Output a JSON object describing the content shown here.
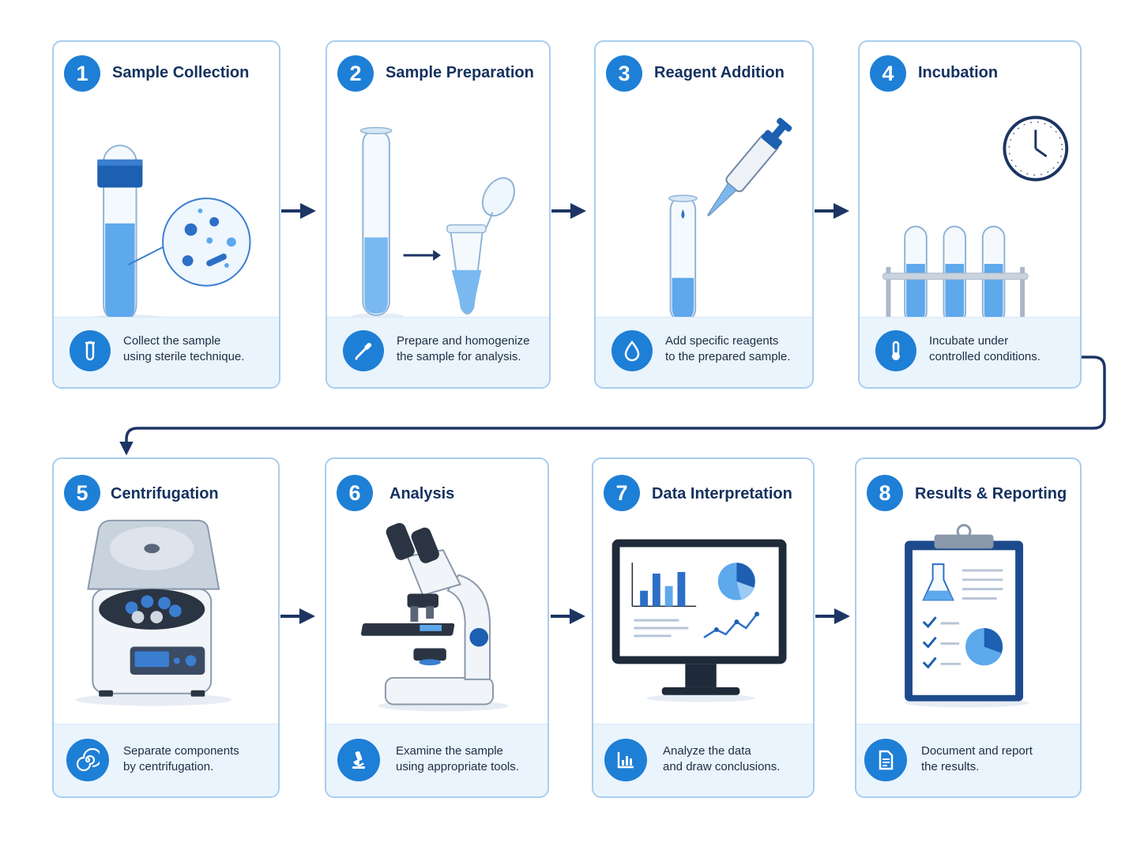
{
  "steps": [
    {
      "number": "1",
      "title": "Sample Collection",
      "desc_line1": "Collect the sample",
      "desc_line2": "using sterile technique."
    },
    {
      "number": "2",
      "title": "Sample Preparation",
      "desc_line1": "Prepare and homogenize",
      "desc_line2": "the sample for analysis."
    },
    {
      "number": "3",
      "title": "Reagent Addition",
      "desc_line1": "Add specific reagents",
      "desc_line2": "to the prepared sample."
    },
    {
      "number": "4",
      "title": "Incubation",
      "desc_line1": "Incubate under",
      "desc_line2": "controlled conditions."
    },
    {
      "number": "5",
      "title": "Centrifugation",
      "desc_line1": "Separate components",
      "desc_line2": "by centrifugation."
    },
    {
      "number": "6",
      "title": "Analysis",
      "desc_line1": "Examine the sample",
      "desc_line2": "using appropriate tools."
    },
    {
      "number": "7",
      "title": "Data Interpretation",
      "desc_line1": "Analyze the data",
      "desc_line2": "and draw conclusions."
    },
    {
      "number": "8",
      "title": "Results & Reporting",
      "desc_line1": "Document and report",
      "desc_line2": "the results."
    }
  ],
  "icons": {
    "step1": "test-tube-icon",
    "step2": "dropper-icon",
    "step3": "droplet-icon",
    "step4": "thermometer-icon",
    "step5": "spiral-icon",
    "step6": "microscope-icon",
    "step7": "bar-chart-icon",
    "step8": "document-icon"
  },
  "colors": {
    "accent": "#1e7fd6",
    "navy": "#14315e",
    "border": "#a9cdee",
    "footer_bg": "#eaf4fd"
  }
}
